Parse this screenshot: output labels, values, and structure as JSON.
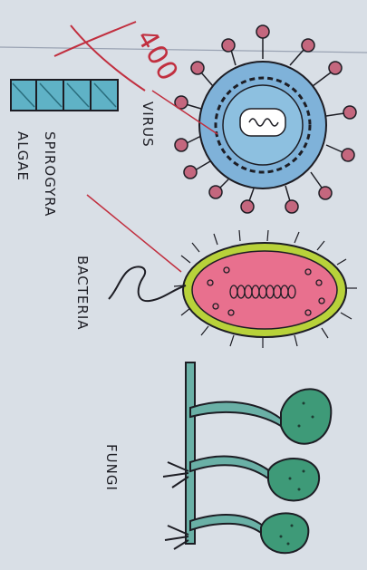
{
  "labels": {
    "virus": "VIRUS",
    "bacteria": "BACTERIA",
    "fungi": "FUNGI",
    "spirogyra": "SPIROGYRA",
    "algae": "ALGAE",
    "mark": "400"
  },
  "colors": {
    "paper": "#d9dfe6",
    "virus_capsid": "#7fb2d9",
    "virus_spike": "#c4677e",
    "bacteria_wall": "#b8d23a",
    "bacteria_cytoplasm": "#e8708e",
    "fungi_cap": "#3e9a78",
    "fungi_stem": "#6ab0a6",
    "algae_band": "#5fb2c6",
    "red_pen": "#c12f3f",
    "ink": "#1d1d24"
  }
}
